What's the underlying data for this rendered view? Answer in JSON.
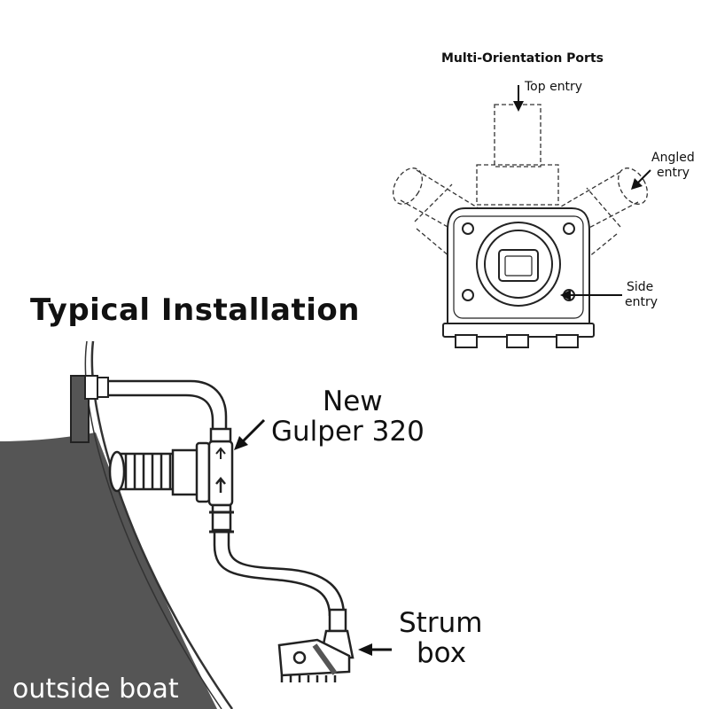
{
  "ports": {
    "title": "Multi-Orientation Ports",
    "top_entry": "Top entry",
    "angled_entry_line1": "Angled",
    "angled_entry_line2": "entry",
    "side_entry_line1": "Side",
    "side_entry_line2": "entry"
  },
  "installation": {
    "title": "Typical Installation",
    "pump_label_line1": "New",
    "pump_label_line2": "Gulper 320",
    "strum_label_line1": "Strum",
    "strum_label_line2": "box",
    "outside_label": "outside boat"
  },
  "colors": {
    "hull": "#555555",
    "ink": "#111111",
    "background": "#ffffff"
  }
}
